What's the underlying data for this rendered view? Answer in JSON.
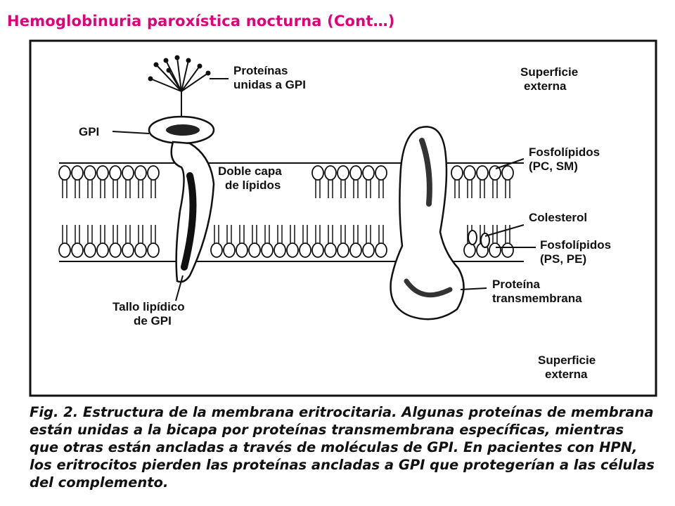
{
  "page": {
    "title": "Hemoglobinuria paroxística nocturna (Cont…)",
    "title_color": "#e0007a"
  },
  "figure": {
    "labels": {
      "gpi_proteins": [
        "Proteínas",
        "unidas a GPI"
      ],
      "outer_surface_top": [
        "Superficie",
        "externa"
      ],
      "gpi": "GPI",
      "lipid_bilayer": [
        "Doble capa",
        "de lípidos"
      ],
      "phospholipids_outer": [
        "Fosfolípidos",
        "(PC, SM)"
      ],
      "cholesterol": "Colesterol",
      "phospholipids_inner": [
        "Fosfolípidos",
        "(PS, PE)"
      ],
      "transmembrane_protein": [
        "Proteína",
        "transmembrana"
      ],
      "gpi_lipid_stalk": [
        "Tallo lipídico",
        "de GPI"
      ],
      "outer_surface_bottom": [
        "Superficie",
        "externa"
      ]
    },
    "caption": "Fig. 2. Estructura de la membrana eritrocitaria. Algunas proteínas de membrana están unidas a la bicapa por proteínas transmembrana específicas, mientras que otras están ancladas a través de moléculas de GPI. En pacientes con HPN, los eritrocitos pierden las proteínas ancladas a GPI que protegerían a las células del complemento."
  }
}
